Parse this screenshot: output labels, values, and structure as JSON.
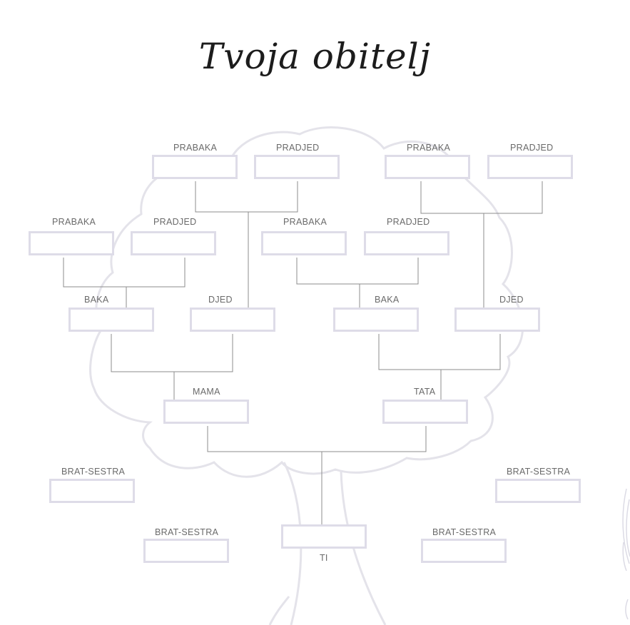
{
  "title": "Tvoja obitelj",
  "labels": {
    "prabaka": "PRABAKA",
    "pradjed": "PRADJED",
    "baka": "BAKA",
    "djed": "DJED",
    "mama": "MAMA",
    "tata": "TATA",
    "brat_sestra": "BRAT-SESTRA",
    "ti": "TI"
  },
  "colors": {
    "box_border": "#dedce8",
    "connector": "#8c8c8c",
    "tree_outline": "#e4e3ea",
    "label_text": "#6a6a6a"
  }
}
